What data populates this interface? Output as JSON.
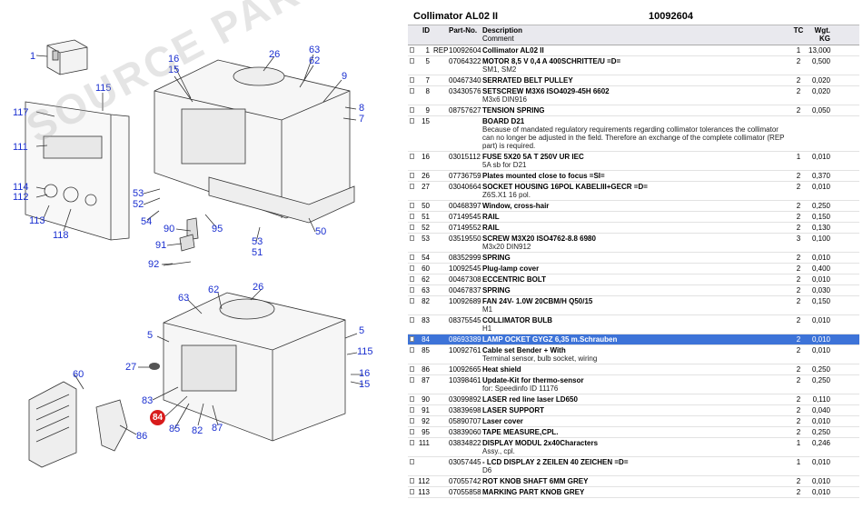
{
  "watermark": "SOURCE PARTSSOURCE",
  "diagram": {
    "callouts": [
      "1",
      "115",
      "117",
      "111",
      "114",
      "112",
      "113",
      "118",
      "16",
      "15",
      "26",
      "63",
      "62",
      "9",
      "8",
      "7",
      "53",
      "52",
      "54",
      "90",
      "91",
      "92",
      "95",
      "53",
      "51",
      "50",
      "63",
      "62",
      "26",
      "5",
      "27",
      "60",
      "83",
      "84",
      "85",
      "82",
      "87",
      "86",
      "5",
      "115",
      "16",
      "15"
    ]
  },
  "panel": {
    "title": "Collimator AL02 II",
    "part_no": "10092604",
    "headers": {
      "id": "ID",
      "part": "Part-No.",
      "desc": "Description",
      "comment": "Comment",
      "tc": "TC",
      "wgt": "Wgt.",
      "kg": "KG"
    },
    "rows": [
      {
        "id": "1",
        "flag": "REP",
        "part": "10092604",
        "desc": "Collimator AL02 II",
        "comment": "",
        "tc": "1",
        "wgt": "13,000",
        "sel": false
      },
      {
        "id": "5",
        "flag": "",
        "part": "07064322",
        "desc": "MOTOR 8,5 V 0,4 A 400SCHRITTE/U =D=",
        "comment": "SM1, SM2",
        "tc": "2",
        "wgt": "0,500",
        "sel": false
      },
      {
        "id": "7",
        "flag": "",
        "part": "00467340",
        "desc": "SERRATED BELT PULLEY",
        "comment": "",
        "tc": "2",
        "wgt": "0,020",
        "sel": false
      },
      {
        "id": "8",
        "flag": "",
        "part": "03430576",
        "desc": "SETSCREW M3X6 ISO4029-45H 6602",
        "comment": "M3x6 DIN916",
        "tc": "2",
        "wgt": "0,020",
        "sel": false
      },
      {
        "id": "9",
        "flag": "",
        "part": "08757627",
        "desc": "TENSION SPRING",
        "comment": "",
        "tc": "2",
        "wgt": "0,050",
        "sel": false
      },
      {
        "id": "15",
        "flag": "",
        "part": "",
        "desc": "BOARD D21",
        "comment": "Because of mandated regulatory requirements regarding collimator tolerances the collimator can no longer be adjusted in the field. Therefore an exchange of the complete collimator (REP part) is required.",
        "tc": "",
        "wgt": "",
        "sel": false
      },
      {
        "id": "16",
        "flag": "",
        "part": "03015112",
        "desc": "FUSE 5X20 5A T 250V UR IEC",
        "comment": "5A sb for D21",
        "tc": "1",
        "wgt": "0,010",
        "sel": false
      },
      {
        "id": "26",
        "flag": "",
        "part": "07736759",
        "desc": "Plates mounted close to focus =SI=",
        "comment": "",
        "tc": "2",
        "wgt": "0,370",
        "sel": false
      },
      {
        "id": "27",
        "flag": "",
        "part": "03040664",
        "desc": "SOCKET HOUSING 16POL KABELIII+GECR =D=",
        "comment": "Z6S.X1 16 pol.",
        "tc": "2",
        "wgt": "0,010",
        "sel": false
      },
      {
        "id": "50",
        "flag": "",
        "part": "00468397",
        "desc": "Window, cross-hair",
        "comment": "",
        "tc": "2",
        "wgt": "0,250",
        "sel": false
      },
      {
        "id": "51",
        "flag": "",
        "part": "07149545",
        "desc": "RAIL",
        "comment": "",
        "tc": "2",
        "wgt": "0,150",
        "sel": false
      },
      {
        "id": "52",
        "flag": "",
        "part": "07149552",
        "desc": "RAIL",
        "comment": "",
        "tc": "2",
        "wgt": "0,130",
        "sel": false
      },
      {
        "id": "53",
        "flag": "",
        "part": "03519550",
        "desc": "SCREW M3X20 ISO4762-8.8 6980",
        "comment": "M3x20 DIN912",
        "tc": "3",
        "wgt": "0,100",
        "sel": false
      },
      {
        "id": "54",
        "flag": "",
        "part": "08352999",
        "desc": "SPRING",
        "comment": "",
        "tc": "2",
        "wgt": "0,010",
        "sel": false
      },
      {
        "id": "60",
        "flag": "",
        "part": "10092545",
        "desc": "Plug-lamp cover",
        "comment": "",
        "tc": "2",
        "wgt": "0,400",
        "sel": false
      },
      {
        "id": "62",
        "flag": "",
        "part": "00467308",
        "desc": "ECCENTRIC BOLT",
        "comment": "",
        "tc": "2",
        "wgt": "0,010",
        "sel": false
      },
      {
        "id": "63",
        "flag": "",
        "part": "00467837",
        "desc": "SPRING",
        "comment": "",
        "tc": "2",
        "wgt": "0,030",
        "sel": false
      },
      {
        "id": "82",
        "flag": "",
        "part": "10092689",
        "desc": "FAN 24V- 1.0W 20CBM/H Q50/15",
        "comment": "M1",
        "tc": "2",
        "wgt": "0,150",
        "sel": false
      },
      {
        "id": "83",
        "flag": "",
        "part": "08375545",
        "desc": "COLLIMATOR BULB",
        "comment": "H1",
        "tc": "2",
        "wgt": "0,010",
        "sel": false
      },
      {
        "id": "84",
        "flag": "",
        "part": "08693389",
        "desc": "LAMP OCKET GYGZ 6,35 m.Schrauben",
        "comment": "",
        "tc": "2",
        "wgt": "0,010",
        "sel": true
      },
      {
        "id": "85",
        "flag": "",
        "part": "10092761",
        "desc": "Cable set Bender + With",
        "comment": "Terminal sensor, bulb socket, wiring",
        "tc": "2",
        "wgt": "0,010",
        "sel": false
      },
      {
        "id": "86",
        "flag": "",
        "part": "10092665",
        "desc": "Heat shield",
        "comment": "",
        "tc": "2",
        "wgt": "0,250",
        "sel": false
      },
      {
        "id": "87",
        "flag": "",
        "part": "10398461",
        "desc": "Update-Kit for thermo-sensor",
        "comment": "for: Speedinfo ID 11176",
        "tc": "2",
        "wgt": "0,250",
        "sel": false
      },
      {
        "id": "90",
        "flag": "",
        "part": "03099892",
        "desc": "LASER red line laser LD650",
        "comment": "",
        "tc": "2",
        "wgt": "0,110",
        "sel": false
      },
      {
        "id": "91",
        "flag": "",
        "part": "03839698",
        "desc": "LASER SUPPORT",
        "comment": "",
        "tc": "2",
        "wgt": "0,040",
        "sel": false
      },
      {
        "id": "92",
        "flag": "",
        "part": "05890707",
        "desc": "Laser cover",
        "comment": "",
        "tc": "2",
        "wgt": "0,010",
        "sel": false
      },
      {
        "id": "95",
        "flag": "",
        "part": "03839060",
        "desc": "TAPE MEASURE,CPL.",
        "comment": "",
        "tc": "2",
        "wgt": "0,250",
        "sel": false
      },
      {
        "id": "111",
        "flag": "",
        "part": "03834822",
        "desc": "DISPLAY MODUL 2x40Characters",
        "comment": "Assy., cpl.",
        "tc": "1",
        "wgt": "0,246",
        "sel": false
      },
      {
        "id": "",
        "flag": "",
        "part": "03057445",
        "desc": "- LCD DISPLAY 2 ZEILEN 40 ZEICHEN =D=",
        "comment": "D6",
        "tc": "1",
        "wgt": "0,010",
        "sel": false
      },
      {
        "id": "112",
        "flag": "",
        "part": "07055742",
        "desc": "ROT KNOB SHAFT 6MM GREY",
        "comment": "",
        "tc": "2",
        "wgt": "0,010",
        "sel": false
      },
      {
        "id": "113",
        "flag": "",
        "part": "07055858",
        "desc": "MARKING PART KNOB GREY",
        "comment": "",
        "tc": "2",
        "wgt": "0,010",
        "sel": false
      }
    ]
  }
}
